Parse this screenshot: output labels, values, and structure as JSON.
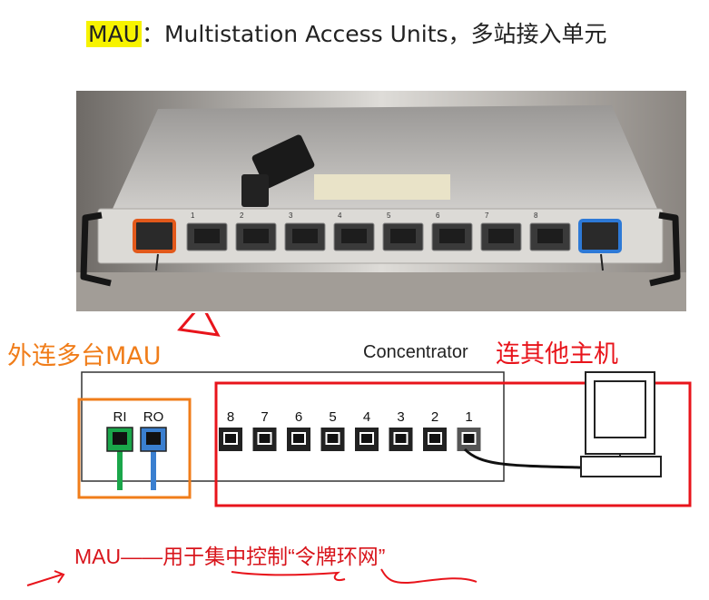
{
  "title": {
    "highlight": "MAU",
    "rest": "：Multistation Access Units，多站接入单元"
  },
  "annotations": {
    "left": "外连多台MAU",
    "concentrator": "Concentrator",
    "right": "连其他主机",
    "bottom": "MAU——用于集中控制“令牌环网”"
  },
  "diagram": {
    "ring_ports": [
      "RI",
      "RO"
    ],
    "station_ports": [
      "8",
      "7",
      "6",
      "5",
      "4",
      "3",
      "2",
      "1"
    ]
  },
  "photo": {
    "port_numbers": [
      "1",
      "2",
      "3",
      "4",
      "5",
      "6",
      "7",
      "8"
    ]
  },
  "colors": {
    "orange": "#f07d1a",
    "red": "#e8141b",
    "ri_green": "#1aa64a",
    "ro_blue": "#3a7fd0"
  }
}
